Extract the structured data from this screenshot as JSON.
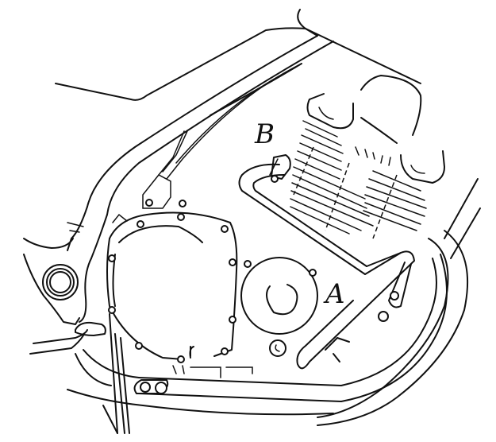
{
  "figure": {
    "description": "Motorcycle engine line drawing with crash bar / engine guard mounting points",
    "labels": {
      "a": "A",
      "b": "B"
    },
    "colors": {
      "line": "#111111",
      "background": "#ffffff"
    }
  }
}
